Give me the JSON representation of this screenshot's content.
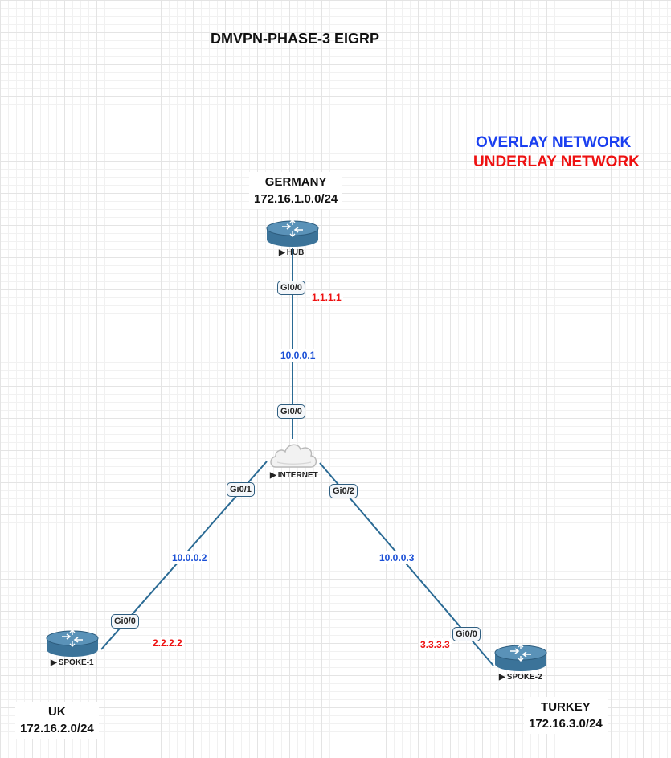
{
  "title": "DMVPN-PHASE-3 EIGRP",
  "legend": {
    "overlay": "OVERLAY NETWORK",
    "underlay": "UNDERLAY NETWORK",
    "overlay_color": "#1a3ff0",
    "underlay_color": "#ee1111"
  },
  "sites": {
    "germany": {
      "name": "GERMANY",
      "subnet": "172.16.1.0.0/24"
    },
    "uk": {
      "name": "UK",
      "subnet": "172.16.2.0/24"
    },
    "turkey": {
      "name": "TURKEY",
      "subnet": "172.16.3.0/24"
    }
  },
  "devices": {
    "hub": {
      "label": "HUB",
      "icon": "router-icon"
    },
    "internet": {
      "label": "INTERNET",
      "icon": "cloud-icon"
    },
    "spoke1": {
      "label": "SPOKE-1",
      "icon": "router-icon"
    },
    "spoke2": {
      "label": "SPOKE-2",
      "icon": "router-icon"
    }
  },
  "ports": {
    "hub_gi00": "Gi0/0",
    "inet_gi00": "Gi0/0",
    "inet_gi01": "Gi0/1",
    "inet_gi02": "Gi0/2",
    "spoke1_gi00": "Gi0/0",
    "spoke2_gi00": "Gi0/0"
  },
  "ips": {
    "hub_underlay": "1.1.1.1",
    "hub_overlay": "10.0.0.1",
    "spoke1_overlay": "10.0.0.2",
    "spoke1_underlay": "2.2.2.2",
    "spoke2_overlay": "10.0.0.3",
    "spoke2_underlay": "3.3.3.3"
  },
  "colors": {
    "link": "#2a6a94",
    "router_body": "#3b7399",
    "router_top": "#5a92b8"
  }
}
